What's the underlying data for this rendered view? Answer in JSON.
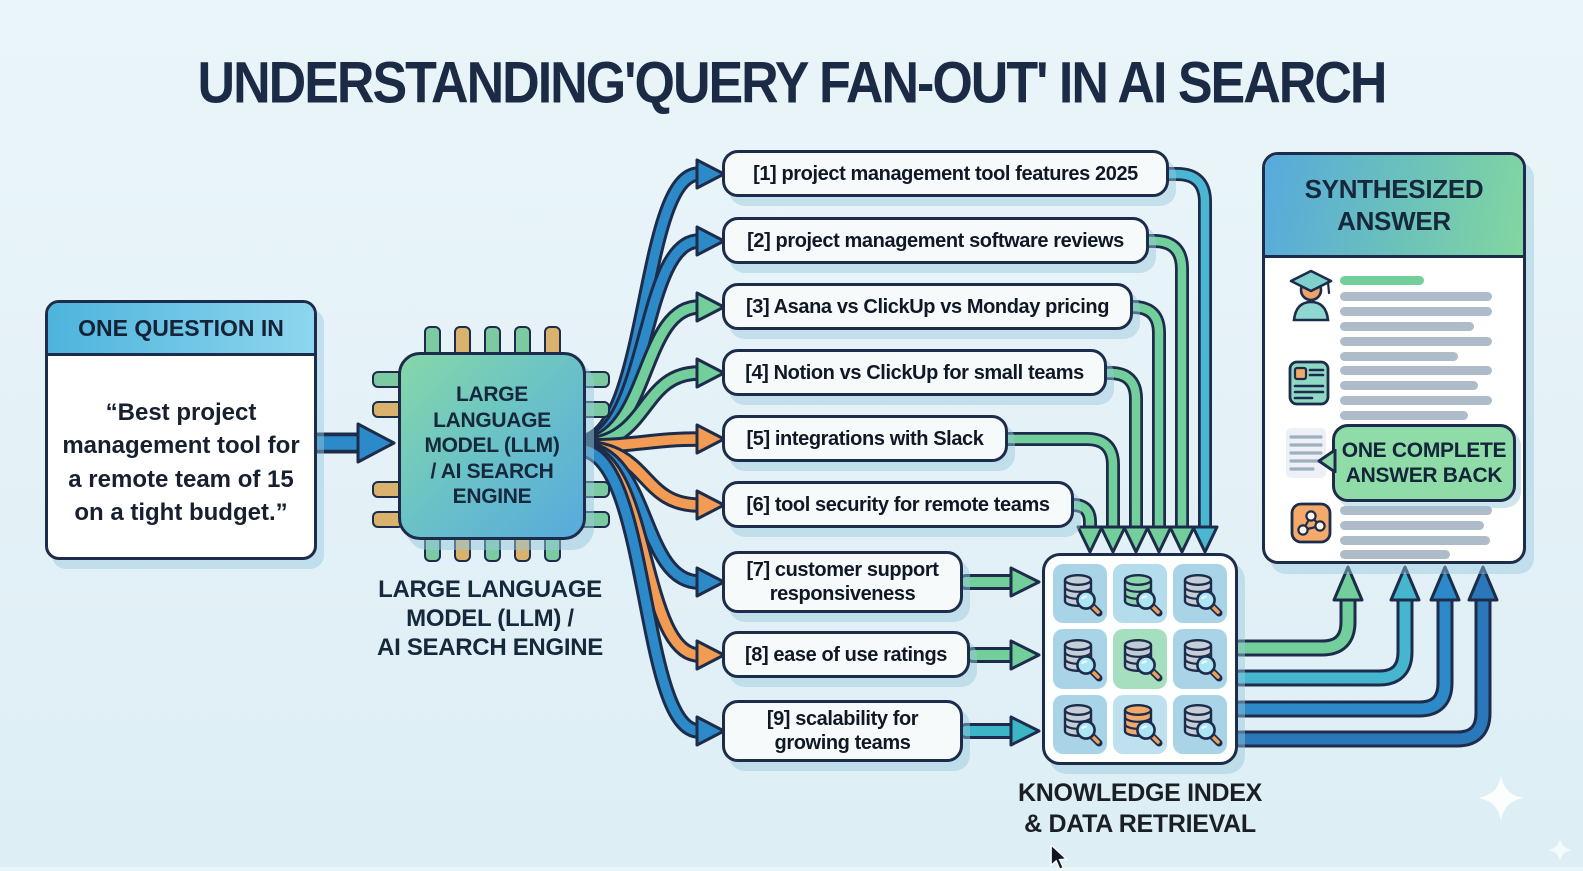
{
  "title": "UNDERSTANDING'QUERY FAN-OUT' IN AI SEARCH",
  "question_box": {
    "header": "ONE QUESTION IN",
    "text": "“Best project management tool for a remote team of 15 on a tight budget.”"
  },
  "llm_chip": {
    "lines": [
      "LARGE",
      "LANGUAGE",
      "MODEL (LLM)",
      "/ AI SEARCH",
      "ENGINE"
    ],
    "caption_lines": [
      "LARGE LANGUAGE",
      "MODEL (LLM) /",
      "AI SEARCH ENGINE"
    ]
  },
  "queries": [
    {
      "label": "[1] project management tool features 2025"
    },
    {
      "label": "[2] project management software reviews"
    },
    {
      "label": "[3] Asana vs ClickUp vs Monday pricing"
    },
    {
      "label": "[4] Notion vs ClickUp for small teams"
    },
    {
      "label": "[5] integrations with Slack"
    },
    {
      "label": "[6] tool security for remote teams"
    },
    {
      "label": "[7] customer support responsiveness"
    },
    {
      "label": "[8] ease of use ratings"
    },
    {
      "label": "[9] scalability for growing teams"
    }
  ],
  "knowledge_index": {
    "caption_line1": "KNOWLEDGE INDEX",
    "caption_line2": "& DATA RETRIEVAL",
    "grid": [
      {
        "db": "gray"
      },
      {
        "db": "green"
      },
      {
        "db": "gray"
      },
      {
        "db": "gray"
      },
      {
        "db": "gray-on-green"
      },
      {
        "db": "gray"
      },
      {
        "db": "gray"
      },
      {
        "db": "orange"
      },
      {
        "db": "gray"
      }
    ]
  },
  "answer_panel": {
    "header": "SYNTHESIZED ANSWER",
    "badge": "ONE COMPLETE ANSWER BACK",
    "icons": [
      "persona-icon",
      "document-card-icon",
      "text-lines-icon",
      "share-graph-icon"
    ]
  },
  "colors": {
    "background": "#e6f2f7",
    "outline_navy": "#1d2c4b",
    "arrow_blue": "#2d8ac9",
    "arrow_green": "#72cf9b",
    "arrow_orange": "#f29b52",
    "arrow_teal": "#46b6cf",
    "chip_gradient": [
      "#86d7a9",
      "#58aadd"
    ],
    "question_header": "#4db4dc",
    "panel_header_gradient": [
      "#57a9dd",
      "#82d6a0"
    ],
    "badge_green": "#8fdca9",
    "cell_blue": "#a9d4e8",
    "cell_green": "#a6dfc0",
    "db_gray": "#c6cfd8",
    "db_green": "#8fd6ae",
    "db_orange": "#f0a96a"
  }
}
